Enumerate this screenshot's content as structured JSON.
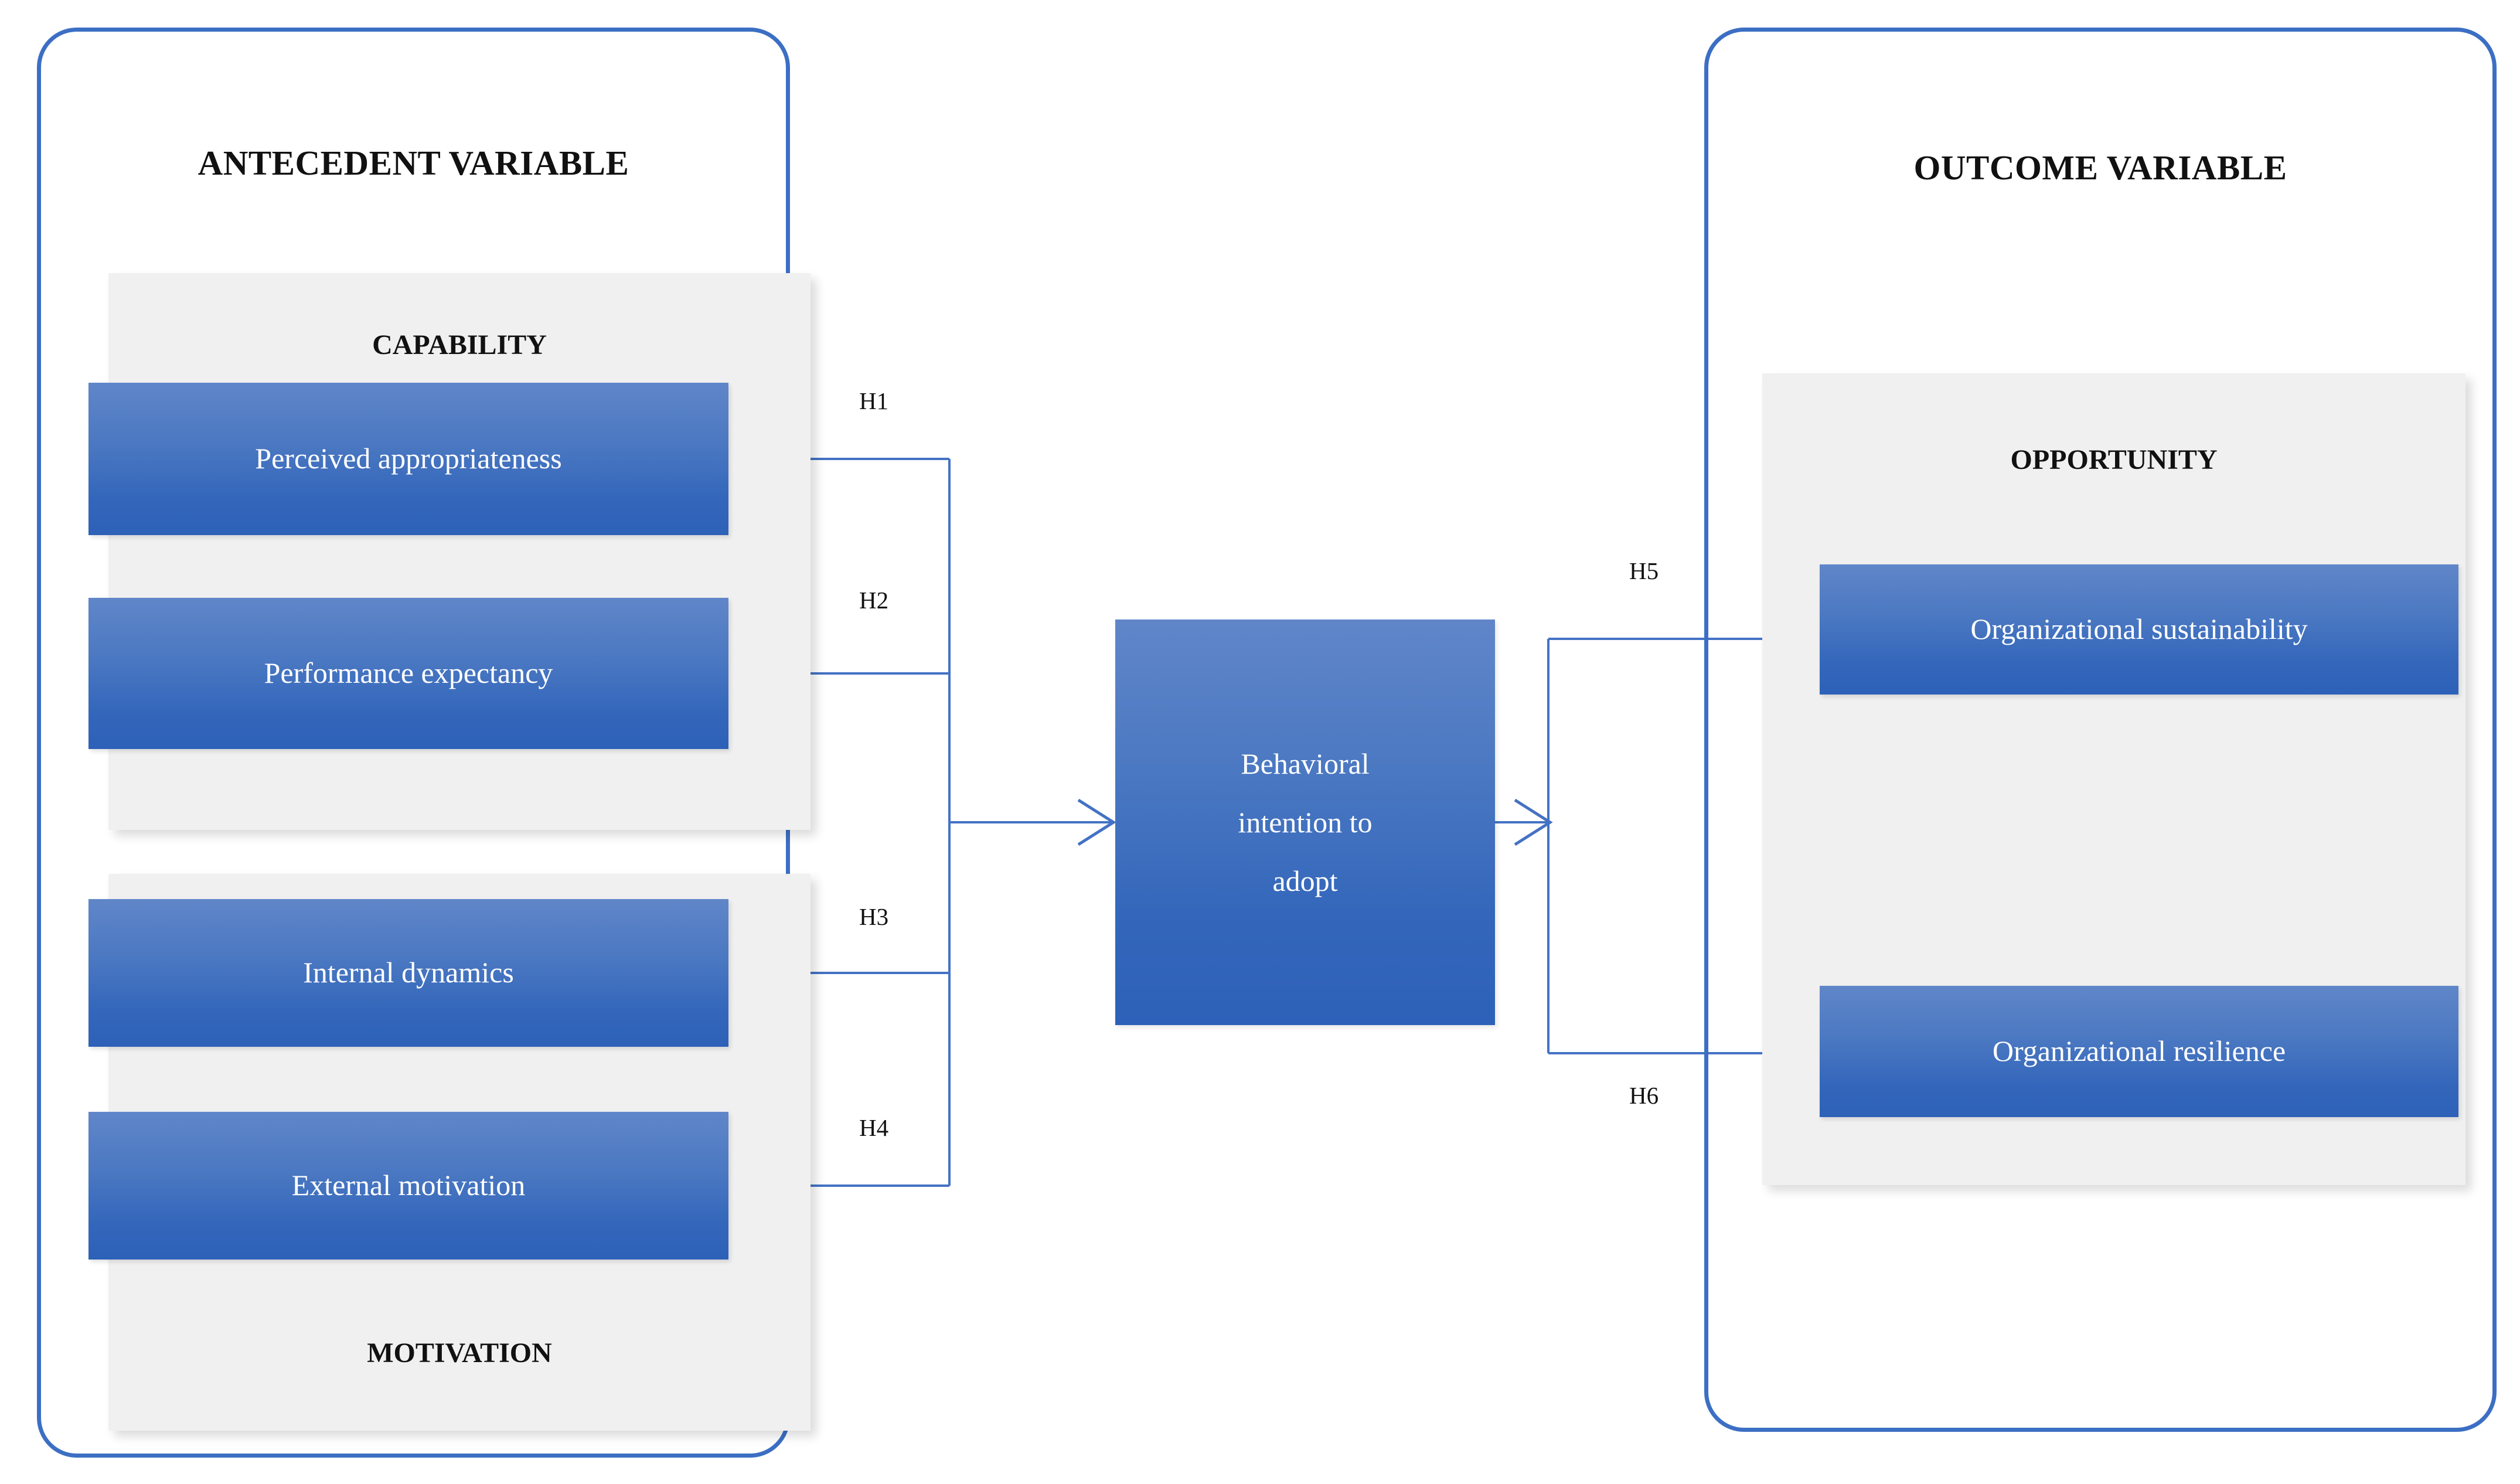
{
  "diagram": {
    "type": "conceptual-research-framework",
    "background_color": "#ffffff",
    "accent_blue": "#3c6fc4",
    "box_gradient_top": "#6086c9",
    "box_gradient_bottom": "#2d61b8",
    "panel_gray": "#f0f0f0"
  },
  "antecedent": {
    "title": "ANTECEDENT VARIABLE",
    "groups": [
      {
        "title": "CAPABILITY",
        "title_position": "top",
        "variables": [
          {
            "label": "Perceived appropriateness"
          },
          {
            "label": "Performance expectancy"
          }
        ]
      },
      {
        "title": "MOTIVATION",
        "title_position": "bottom",
        "variables": [
          {
            "label": "Internal dynamics"
          },
          {
            "label": "External motivation"
          }
        ]
      }
    ]
  },
  "mediator": {
    "label_lines": [
      "Behavioral",
      "intention to",
      "adopt"
    ],
    "label": "Behavioral intention to adopt"
  },
  "outcome": {
    "title": "OUTCOME VARIABLE",
    "groups": [
      {
        "title": "OPPORTUNITY",
        "title_position": "top",
        "variables": [
          {
            "label": "Organizational sustainability"
          },
          {
            "label": "Organizational resilience"
          }
        ]
      }
    ]
  },
  "hypotheses": [
    {
      "id": "H1",
      "label": "H1",
      "from": "Perceived appropriateness",
      "to": "Behavioral intention to adopt"
    },
    {
      "id": "H2",
      "label": "H2",
      "from": "Performance expectancy",
      "to": "Behavioral intention to adopt"
    },
    {
      "id": "H3",
      "label": "H3",
      "from": "Internal dynamics",
      "to": "Behavioral intention to adopt"
    },
    {
      "id": "H4",
      "label": "H4",
      "from": "External motivation",
      "to": "Behavioral intention to adopt"
    },
    {
      "id": "H5",
      "label": "H5",
      "from": "Behavioral intention to adopt",
      "to": "Organizational sustainability"
    },
    {
      "id": "H6",
      "label": "H6",
      "from": "Behavioral intention to adopt",
      "to": "Organizational resilience"
    }
  ]
}
